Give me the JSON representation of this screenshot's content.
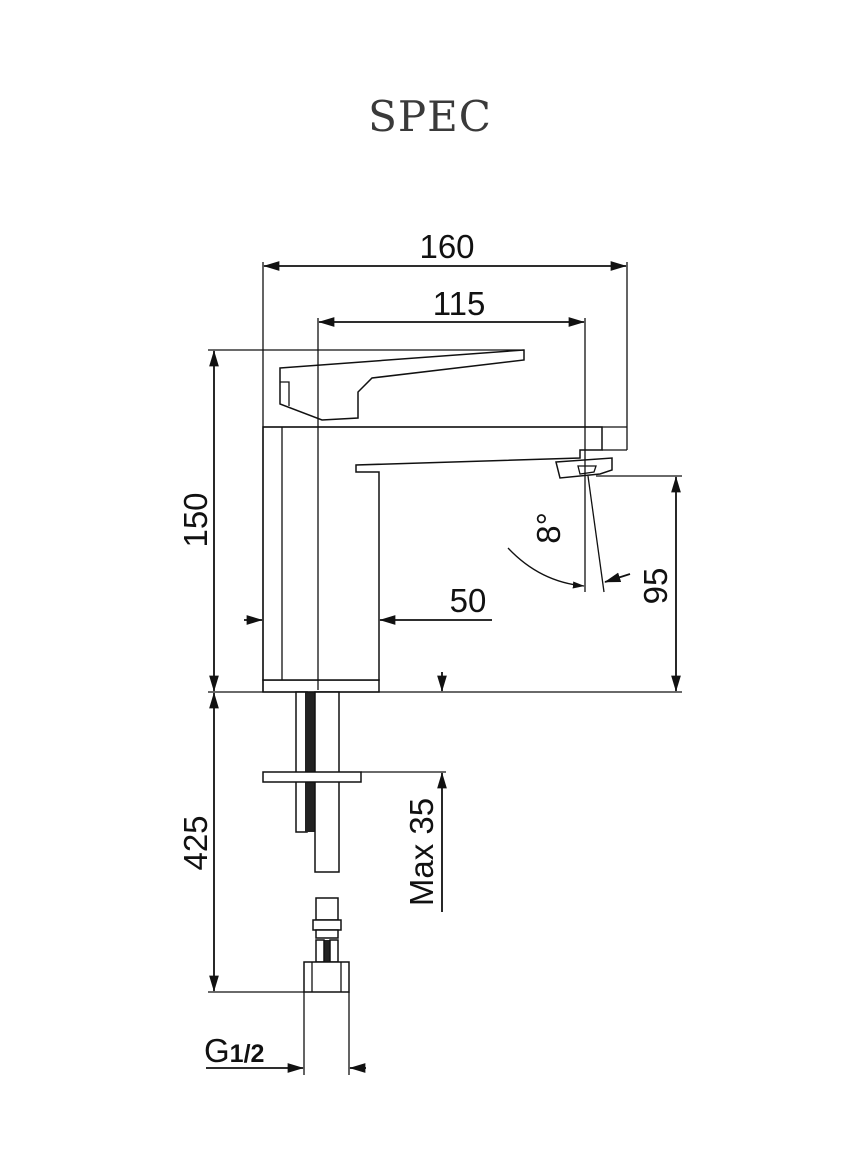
{
  "title": "SPEC",
  "dimensions": {
    "overall_width": "160",
    "spout_reach": "115",
    "overall_height": "150",
    "spout_height": "95",
    "body_width": "50",
    "spout_angle": "8°",
    "max_deck_thickness": "Max 35",
    "hose_length": "425",
    "thread_prefix": "G",
    "thread_size": "1/2"
  }
}
